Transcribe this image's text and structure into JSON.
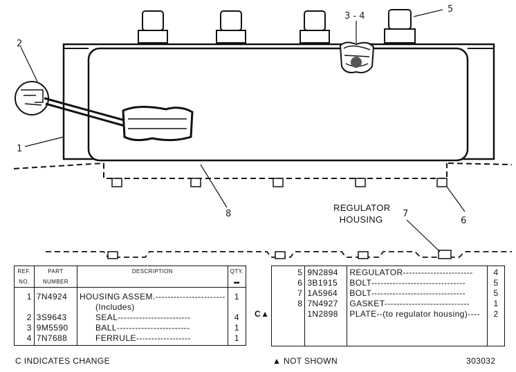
{
  "callouts": [
    "1",
    "2",
    "3 - 4",
    "5",
    "6",
    "7",
    "8"
  ],
  "regulator_label": [
    "REGULATOR",
    "HOUSING"
  ],
  "headers": {
    "ref": [
      "REF.",
      "NO."
    ],
    "part": [
      "PART",
      "NUMBER"
    ],
    "desc": "DESCRIPTION",
    "qty": [
      "QTY."
    ]
  },
  "left_rows": [
    {
      "ref": "1",
      "part": "7N4924",
      "desc": "HOUSING ASSEM.",
      "qty": "1"
    },
    {
      "ref": "",
      "part": "",
      "desc": "(Includes)",
      "qty": ""
    },
    {
      "ref": "2",
      "part": "3S9643",
      "desc": "SEAL",
      "qty": "4"
    },
    {
      "ref": "3",
      "part": "9M5590",
      "desc": "BALL",
      "qty": "1"
    },
    {
      "ref": "4",
      "part": "7N7688",
      "desc": "FERRULE",
      "qty": "1"
    }
  ],
  "right_rows": [
    {
      "mark": "",
      "ref": "5",
      "part": "9N2894",
      "desc": "REGULATOR",
      "qty": "4"
    },
    {
      "mark": "",
      "ref": "6",
      "part": "3B1915",
      "desc": "BOLT",
      "qty": "5"
    },
    {
      "mark": "",
      "ref": "7",
      "part": "1A5964",
      "desc": "BOLT",
      "qty": "5"
    },
    {
      "mark": "",
      "ref": "8",
      "part": "7N4927",
      "desc": "GASKET",
      "qty": "1"
    },
    {
      "mark": "C▲",
      "ref": "",
      "part": "1N2898",
      "desc": "PLATE--(to regulator housing)",
      "qty": "2"
    }
  ],
  "footer": {
    "change_note": "C INDICATES CHANGE",
    "not_shown": "▲ NOT SHOWN",
    "figure_id": "303032"
  }
}
